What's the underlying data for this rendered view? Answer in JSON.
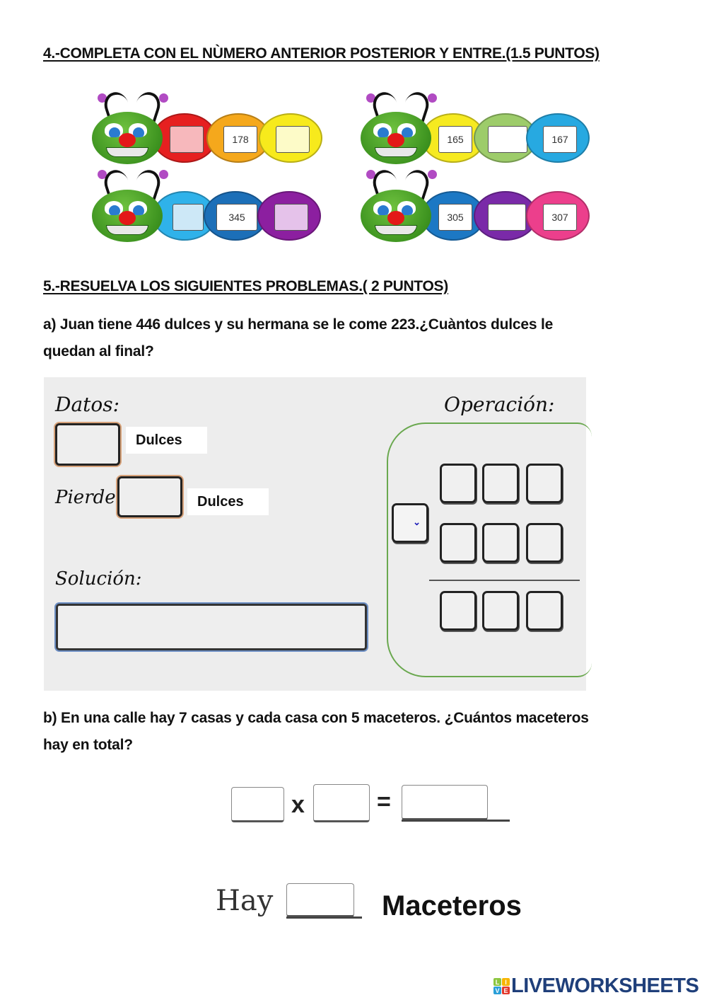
{
  "section4": {
    "heading": "4.-COMPLETA CON EL NÙMERO ANTERIOR POSTERIOR Y ENTRE.(1.5 PUNTOS)",
    "caterpillars": [
      {
        "segments": [
          {
            "color": "#e62020",
            "box": "#f7b8bc",
            "value": ""
          },
          {
            "color": "#f5a81c",
            "box": "#ffffff",
            "value": "178"
          },
          {
            "color": "#f7ea1c",
            "box": "#fdfbc8",
            "value": ""
          }
        ]
      },
      {
        "segments": [
          {
            "color": "#f6ea20",
            "box": "#ffffff",
            "value": "165"
          },
          {
            "color": "#9dcc6a",
            "box": "#ffffff",
            "value": ""
          },
          {
            "color": "#27a9e1",
            "box": "#ffffff",
            "value": "167"
          }
        ]
      },
      {
        "segments": [
          {
            "color": "#2fb2ea",
            "box": "#cde8f7",
            "value": ""
          },
          {
            "color": "#1c6fb8",
            "box": "#ffffff",
            "value": "345"
          },
          {
            "color": "#8c1fa0",
            "box": "#e5c2ea",
            "value": ""
          }
        ]
      },
      {
        "segments": [
          {
            "color": "#1c78c4",
            "box": "#ffffff",
            "value": "305"
          },
          {
            "color": "#7a2aa8",
            "box": "#ffffff",
            "value": ""
          },
          {
            "color": "#ec3f8c",
            "box": "#ffffff",
            "value": "307"
          }
        ]
      }
    ]
  },
  "section5": {
    "heading": "5.-RESUELVA LOS SIGUIENTES PROBLEMAS.( 2 PUNTOS)",
    "problem_a": {
      "question_line1": "a) Juan tiene 446 dulces y su hermana se le come 223.¿Cuàntos dulces le",
      "question_line2": "quedan al final?",
      "datos_label": "Datos:",
      "dulces_label_1": "Dulces",
      "pierde_label": "Pierde",
      "dulces_label_2": "Dulces",
      "solucion_label": "Solución:",
      "operacion_label": "Operación:",
      "sign_select_value": "",
      "chevron": "⌄"
    },
    "problem_b": {
      "question_line1": "b) En una calle hay 7 casas y cada casa con 5 maceteros. ¿Cuántos maceteros",
      "question_line2": "hay en total?",
      "times_symbol": "x",
      "equals_symbol": "=",
      "hay_label": "Hay",
      "maceteros_label": "Maceteros"
    }
  },
  "footer": {
    "logo_tiles": [
      "L",
      "I",
      "V",
      "E"
    ],
    "logo_text": "LIVEWORKSHEETS"
  }
}
